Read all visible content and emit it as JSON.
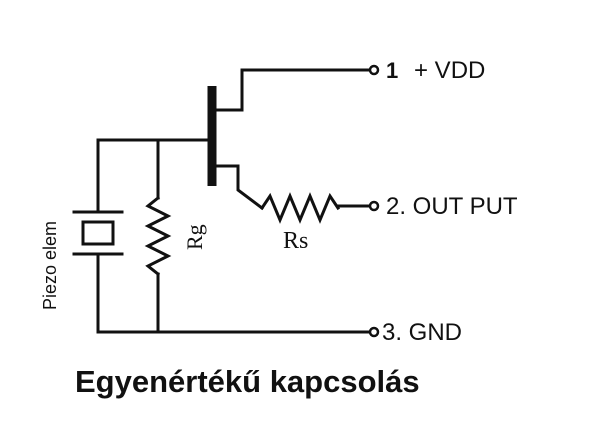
{
  "diagram": {
    "caption": "Egyenértékű kapcsolás",
    "components": {
      "piezo": "Piezo elem",
      "rg": "Rg",
      "rs": "Rs"
    },
    "terminals": {
      "vdd_number": "1",
      "vdd_label": "+ VDD",
      "out_label": "2. OUT PUT",
      "gnd_label": "3. GND"
    }
  }
}
